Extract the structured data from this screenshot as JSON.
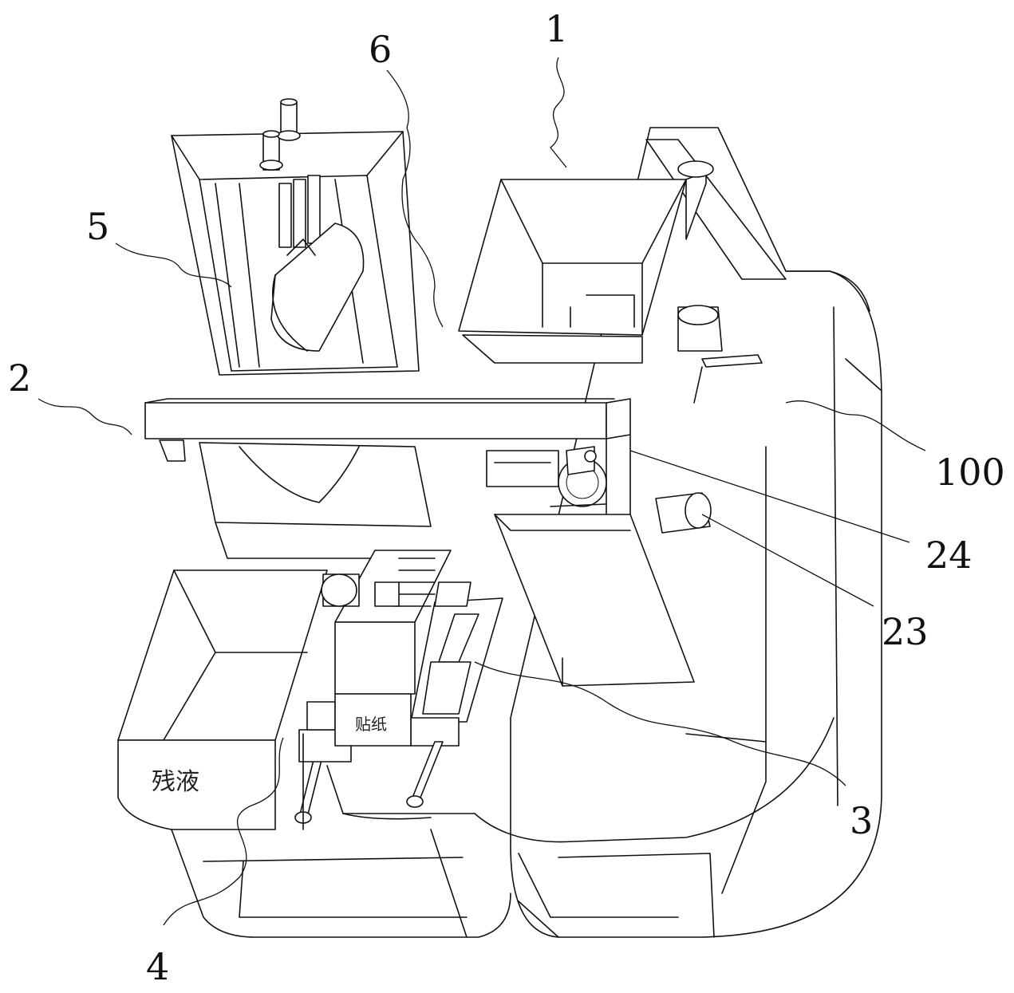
{
  "labels": {
    "l1": "1",
    "l2": "2",
    "l3": "3",
    "l4": "4",
    "l5": "5",
    "l6": "6",
    "l23": "23",
    "l24": "24",
    "l100": "100"
  },
  "panel_text": {
    "residue": "残液",
    "paste": "贴纸"
  }
}
